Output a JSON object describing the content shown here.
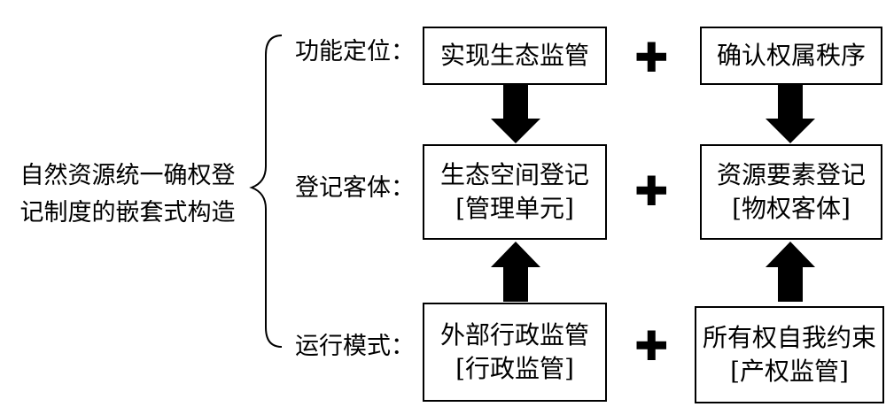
{
  "title_lines": [
    "自然资源统一确权登",
    "记制度的嵌套式构造"
  ],
  "rows": [
    {
      "label": "功能定位：",
      "left": {
        "line1": "实现生态监管",
        "line2": ""
      },
      "right": {
        "line1": "确认权属秩序",
        "line2": ""
      }
    },
    {
      "label": "登记客体：",
      "left": {
        "line1": "生态空间登记",
        "line2": "[管理单元]"
      },
      "right": {
        "line1": "资源要素登记",
        "line2": "[物权客体]"
      }
    },
    {
      "label": "运行模式：",
      "left": {
        "line1": "外部行政监管",
        "line2": "[行政监管]"
      },
      "right": {
        "line1": "所有权自我约束",
        "line2": "[产权监管]"
      }
    }
  ],
  "plus_symbol": "✚",
  "icons": {
    "plus": "plus-icon",
    "arrow_down": "arrow-down-icon",
    "arrow_up": "arrow-up-icon",
    "brace": "left-curly-brace-icon"
  }
}
